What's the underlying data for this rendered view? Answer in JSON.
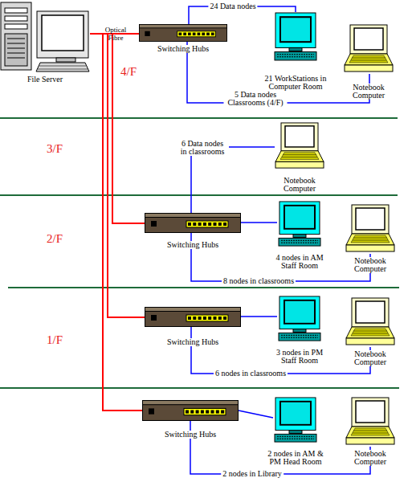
{
  "diagram": {
    "nodes": [
      {
        "text": [
          "File Server"
        ]
      },
      {
        "text": [
          "Switching Hubs"
        ]
      },
      {
        "text": [
          "21 WorkStations in Computer Room"
        ]
      },
      {
        "text": [
          "Notebook Computer"
        ]
      },
      {
        "text": [
          "Notebook Computer"
        ]
      },
      {
        "text": [
          "Switching Hubs"
        ]
      },
      {
        "text": [
          "4 nodes in AM Staff Room"
        ]
      },
      {
        "text": [
          "Notebook Computer"
        ]
      },
      {
        "text": [
          "Switching Hubs"
        ]
      },
      {
        "text": [
          "3 nodes in PM Staff Room"
        ]
      },
      {
        "text": [
          "Notebook Computer"
        ]
      },
      {
        "text": [
          "Switching Hubs"
        ]
      },
      {
        "text": [
          "2 nodes in AM & PM Head Room"
        ]
      },
      {
        "text": [
          "Notebook Computer"
        ]
      }
    ],
    "edges": [
      {
        "from": 0,
        "to": 1,
        "arrow": "none"
      },
      {
        "from": 0,
        "to": 5,
        "arrow": "none"
      },
      {
        "from": 0,
        "to": 8,
        "arrow": "none"
      },
      {
        "from": 0,
        "to": 11,
        "arrow": "none"
      },
      {
        "from": 1,
        "to": 2,
        "label": "24 Data nodes",
        "arrow": "none"
      },
      {
        "from": 1,
        "to": 3,
        "label": "5 Data nodes Classrooms (4/F)",
        "arrow": "none"
      },
      {
        "from": 5,
        "to": 4,
        "label": "6 Data nodes in classrooms",
        "arrow": "none"
      },
      {
        "from": 5,
        "to": 6,
        "arrow": "none"
      },
      {
        "from": 5,
        "to": 7,
        "label": "8 nodes in classrooms",
        "arrow": "none"
      },
      {
        "from": 8,
        "to": 9,
        "arrow": "none"
      },
      {
        "from": 8,
        "to": 10,
        "label": "6 nodes in classrooms",
        "arrow": "none"
      },
      {
        "from": 11,
        "to": 12,
        "arrow": "none"
      },
      {
        "from": 11,
        "to": 13,
        "label": "2 nodes in Library",
        "arrow": "none"
      }
    ],
    "labels": [
      "Optical Fibre",
      "4/F",
      "3/F",
      "2/F",
      "1/F"
    ]
  }
}
